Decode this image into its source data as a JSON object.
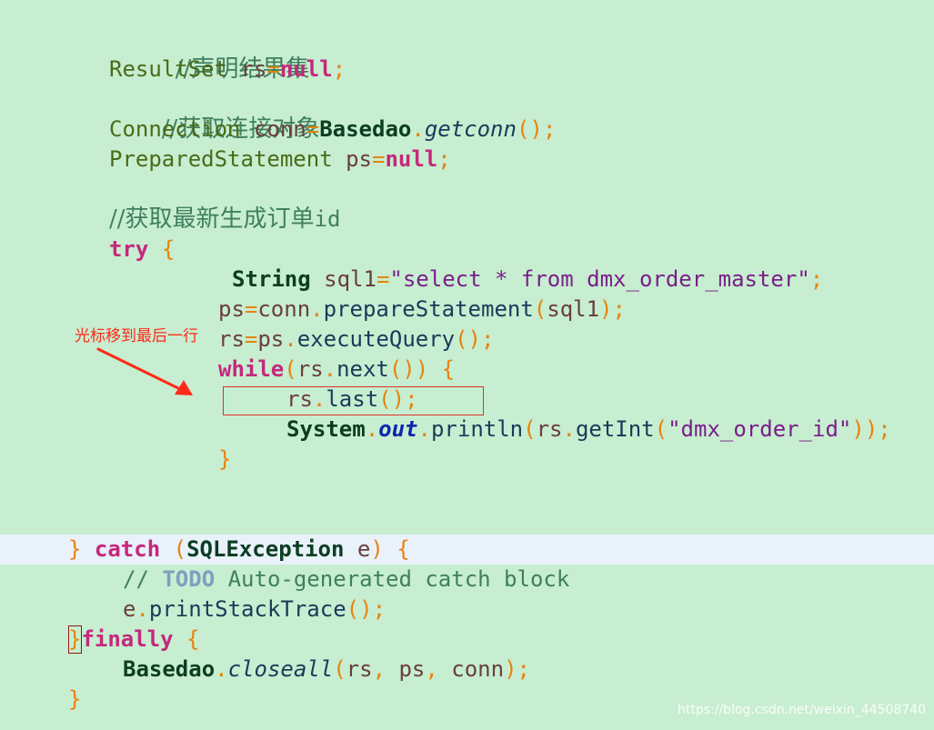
{
  "code": {
    "l1": {
      "comment": "//声明结果集"
    },
    "l2": {
      "type": "ResultSet",
      "var": "rs",
      "eq": "=",
      "kw": "null",
      "semi": ";"
    },
    "l3": {
      "comment": "//获取连接对象"
    },
    "l4": {
      "type": "Connection",
      "var": "conn",
      "eq": "=",
      "cls": "Basedao",
      "dot": ".",
      "method": "getconn",
      "parens": "()",
      "semi": ";"
    },
    "l5": {
      "type": "PreparedStatement",
      "var": "ps",
      "eq": "=",
      "kw": "null",
      "semi": ";"
    },
    "l6": {
      "comment": "//获取最新生成订单",
      "comment_tail": "id"
    },
    "l7": {
      "kw": "try",
      "brace": "{"
    },
    "l8": {
      "cls": "String",
      "var": "sql1",
      "eq": "=",
      "str": "\"select * from dmx_order_master\"",
      "semi": ";"
    },
    "l9": {
      "var": "ps",
      "eq": "=",
      "obj": "conn",
      "dot": ".",
      "method": "prepareStatement",
      "open": "(",
      "arg": "sql1",
      "close": ")",
      "semi": ";"
    },
    "l10": {
      "var": "rs",
      "eq": "=",
      "obj": "ps",
      "dot": ".",
      "method": "executeQuery",
      "parens": "()",
      "semi": ";"
    },
    "l11": {
      "kw": "while",
      "open": "(",
      "obj": "rs",
      "dot": ".",
      "method": "next",
      "parens": "()",
      "close": ")",
      "brace": " {"
    },
    "l12": {
      "obj": "rs",
      "dot": ".",
      "method": "last",
      "parens": "()",
      "semi": ";"
    },
    "l13": {
      "cls": "System",
      "dot1": ".",
      "field": "out",
      "dot2": ".",
      "method1": "println",
      "open1": "(",
      "obj": "rs",
      "dot3": ".",
      "method2": "getInt",
      "open2": "(",
      "str": "\"dmx_order_id\"",
      "close": "))",
      "semi": ";"
    },
    "l14": {
      "brace": "}"
    },
    "l15": {
      "brace": "}",
      "kw": "catch",
      "open": "(",
      "cls": "SQLException",
      "var": "e",
      "close": ")",
      "brace2": "{"
    },
    "l16": {
      "slashes": "// ",
      "todo": "TODO",
      "rest": " Auto-generated catch block"
    },
    "l17": {
      "obj": "e",
      "dot": ".",
      "method": "printStackTrace",
      "parens": "()",
      "semi": ";"
    },
    "l18": {
      "brace": "}",
      "kw": "finally",
      "brace2": " {"
    },
    "l19": {
      "cls": "Basedao",
      "dot": ".",
      "method": "closeall",
      "open": "(",
      "a1": "rs",
      "c1": ", ",
      "a2": "ps",
      "c2": ", ",
      "a3": "conn",
      "close": ")",
      "semi": ";"
    },
    "l20": {
      "brace": "}"
    }
  },
  "annotation": {
    "text": "光标移到最后一行",
    "color": "#ff2a1a"
  },
  "watermark": "https://blog.csdn.net/weixin_44508740",
  "colors": {
    "background": "#c7eed0",
    "current_line": "#e9f1fb",
    "keyword": "#c5287d",
    "operator": "#e8820c",
    "string": "#7a1f8a",
    "comment": "#3f7f5f"
  }
}
